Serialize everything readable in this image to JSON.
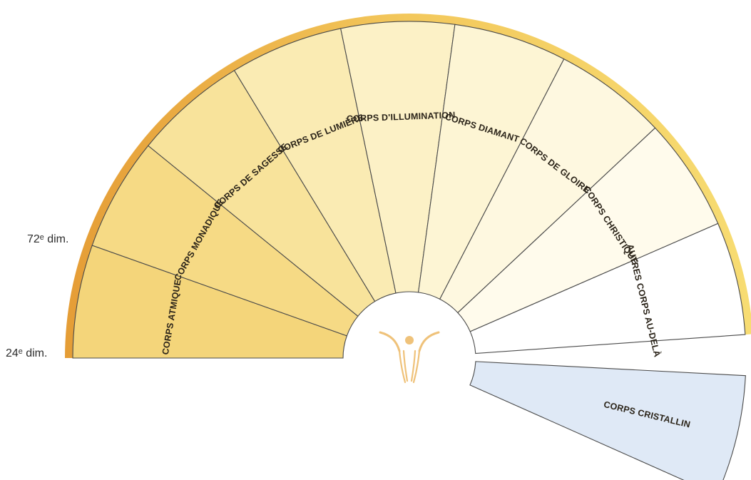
{
  "markers": [
    {
      "id": "dim-72",
      "text": "72ᵉ dim."
    },
    {
      "id": "dim-24",
      "text": "24ᵉ dim."
    }
  ],
  "segments": [
    {
      "label": "CORPS ATMIQUE",
      "color": "#f4d57a"
    },
    {
      "label": "CORPS MONADIQUE",
      "color": "#f6da85"
    },
    {
      "label": "CORPS DE SAGESSE",
      "color": "#f8e39b"
    },
    {
      "label": "CORPS DE LUMIÈRE",
      "color": "#faebb3"
    },
    {
      "label": "CORPS D'ILLUMINATION",
      "color": "#fcf1c6"
    },
    {
      "label": "CORPS DIAMANT",
      "color": "#fdf5d4"
    },
    {
      "label": "CORPS DE GLOIRE",
      "color": "#fef8e0"
    },
    {
      "label": "CORPS CHRISTIQUE",
      "color": "#fffbec"
    },
    {
      "label": "AUTRES CORPS AU-DELÀ",
      "color": "#ffffff"
    }
  ],
  "extra_segment": {
    "label": "CORPS CRISTALLIN",
    "color": "#dfe9f6"
  },
  "colors": {
    "rim_dark": "#e6a73a",
    "rim_light": "#f6d96e",
    "line": "#4a4a4a",
    "logo": "#efc27a"
  },
  "logo_icon": "stylized-figure-icon"
}
